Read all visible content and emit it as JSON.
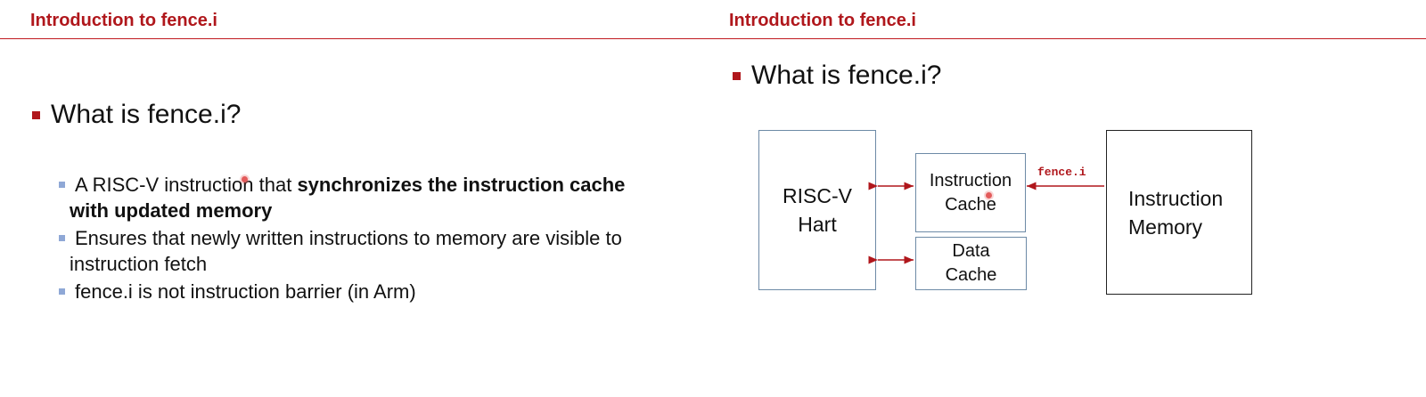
{
  "slides": [
    {
      "title": "Introduction to fence.i",
      "bullet": "What is fence.i?",
      "sub_bullets": [
        {
          "text": "A RISC-V instruction that ",
          "bold": "synchronizes the instruction cache",
          "cont": "with updated memory"
        },
        {
          "text": "Ensures that newly written instructions to memory are visible to",
          "cont": "instruction fetch"
        },
        {
          "text": "fence.i is not instruction barrier (in Arm)"
        }
      ]
    },
    {
      "title": "Introduction to fence.i",
      "bullet": "What is fence.i?",
      "diagram": {
        "hart": [
          "RISC-V",
          "Hart"
        ],
        "icache": [
          "Instruction",
          "Cache"
        ],
        "dcache": [
          "Data",
          "Cache"
        ],
        "imem": [
          "Instruction",
          "Memory"
        ],
        "arrow_label": "fence.i"
      }
    }
  ],
  "colors": {
    "title": "#b0171c",
    "rule": "#c01a20",
    "sub_marker": "#8fa8d6",
    "box_border": "#6d8aa6",
    "arrow": "#b0171c"
  }
}
